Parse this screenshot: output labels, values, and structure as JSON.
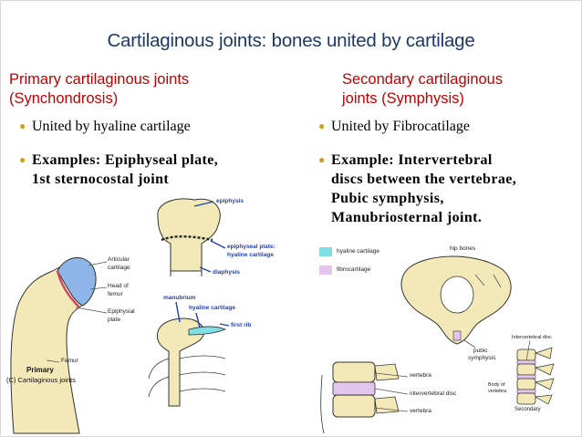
{
  "title": "Cartilaginous joints: bones united by cartilage",
  "colors": {
    "title": "#1f3864",
    "heading": "#c00000",
    "bullet": "#c9a227",
    "label_blue": "#1f3fbf",
    "hyaline": "#7fdfe3",
    "fibro": "#e3c6ee"
  },
  "primary": {
    "heading_line1": "Primary cartilaginous joints",
    "heading_line2": "(Synchondrosis)",
    "bullet1": "United by hyaline cartilage",
    "bullet2_line1": "Examples:  Epiphyseal plate,",
    "bullet2_line2": "1st sternocostal joint"
  },
  "secondary": {
    "heading_line1": "Secondary cartilaginous",
    "heading_line2": "joints (Symphysis)",
    "bullet1": "United by Fibrocatilage",
    "bullet2_line1": "Example:  Intervertebral",
    "bullet2_line2": "discs between the vertebrae,",
    "bullet2_line3": "Pubic symphysis,",
    "bullet2_line4": "Manubriosternal joint."
  },
  "figure_left": {
    "epiphysis": "epiphysis",
    "epiphyseal_plate_line1": "epiphyseal plate:",
    "epiphyseal_plate_line2": "hyaline cartilage",
    "diaphysis": "diaphysis",
    "articular_line1": "Articular",
    "articular_line2": "cartilage",
    "head_line1": "Head of",
    "head_line2": "femur",
    "plate_line1": "Epiphysial",
    "plate_line2": "plate",
    "femur": "Femur",
    "manubrium": "manubrium",
    "hyaline": "hyaline cartilage",
    "first_rib": "first rib",
    "caption_line1": "Primary",
    "caption_line2": "(C) Cartilaginous  joints"
  },
  "figure_right": {
    "legend_hyaline": "hyaline cartilage",
    "legend_fibro": "fibrocartilage",
    "hip_bones": "hip bones",
    "pubic_line1": "pubic",
    "pubic_line2": "symphysis",
    "intervertebral_disc_small": "Intervertebral disc",
    "body_line1": "Body of",
    "body_line2": "vertebra",
    "vertebra_top": "vertebra",
    "intervertebral_disc": "intervertebral disc",
    "vertebra_bottom": "vertebra",
    "secondary": "Secondary"
  }
}
